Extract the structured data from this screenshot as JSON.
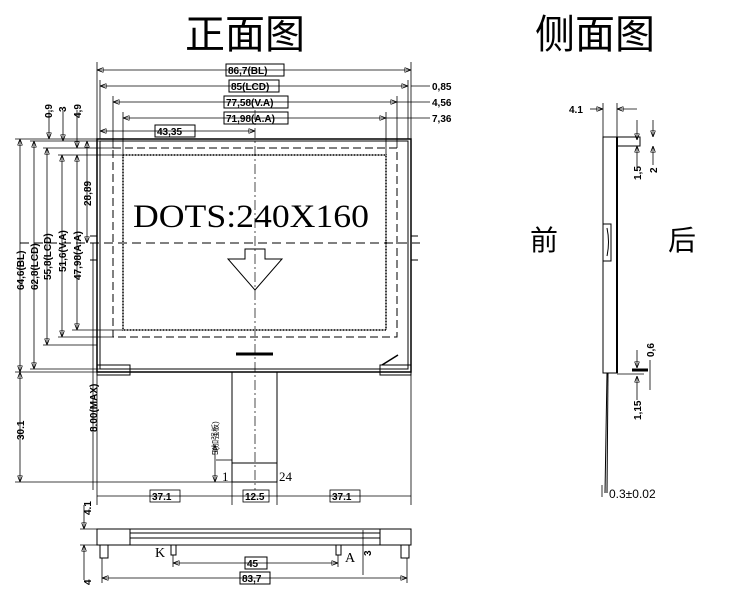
{
  "titles": {
    "front": "正面图",
    "side": "侧面图"
  },
  "front": {
    "dots_label": "DOTS:240X160",
    "dims_top": {
      "bl": "86,7(BL)",
      "lcd": "85(LCD)",
      "va": "77,58(V.A)",
      "aa": "71,98(A.A)",
      "center": "43,35"
    },
    "dims_right": {
      "a": "0,85",
      "b": "4,56",
      "c": "7,36"
    },
    "dims_top_left": {
      "a": "0,9",
      "b": "3",
      "c": "4,9"
    },
    "dims_left": {
      "bl": "64,6(BL)",
      "lcd1": "62,8(LCD)",
      "lcd2": "55,8(LCD)",
      "va": "51,6(V.A)",
      "aa": "47,98(A.A)",
      "half": "28,89",
      "fpc": "30.1",
      "max": "8.00(MAX)"
    },
    "fpc": {
      "stiffener": "5(加强板)",
      "pin_first": "1",
      "pin_last": "24"
    },
    "dims_bottom": {
      "left": "37.1",
      "mid": "12.5",
      "right": "37.1"
    }
  },
  "bottom_view": {
    "thick": "4.1",
    "pin": "4",
    "k": "K",
    "a": "A",
    "pitch": "45",
    "width": "83,7",
    "pin_h": "3"
  },
  "side": {
    "thick": "4.1",
    "d1": "1,5",
    "d2": "2",
    "d3": "0,6",
    "d4": "1,15",
    "fpc_t": "0.3±0.02",
    "front": "前",
    "back": "后"
  }
}
